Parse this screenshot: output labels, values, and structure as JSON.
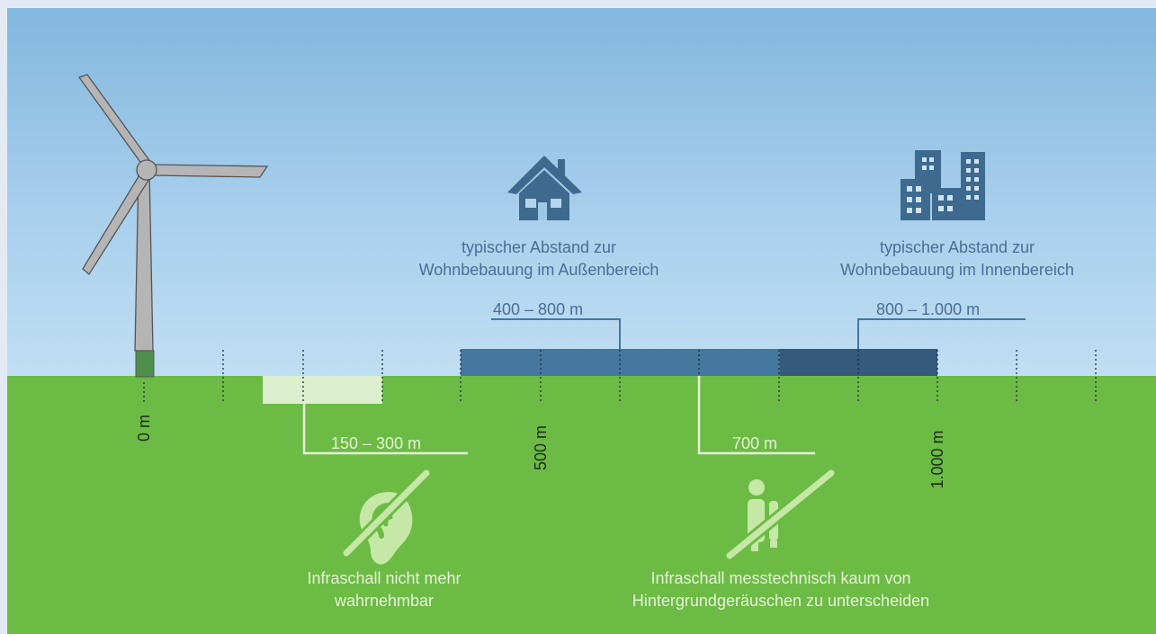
{
  "ground_labels": {
    "zero": "0 m",
    "five_hundred": "500 m",
    "thousand": "1.000 m"
  },
  "ranges": {
    "outer": "400 – 800 m",
    "inner": "800 – 1.000 m",
    "inaudible": "150 – 300 m",
    "background": "700 m"
  },
  "captions": {
    "outer_line1": "typischer Abstand zur",
    "outer_line2": "Wohnbebauung im Außenbereich",
    "inner_line1": "typischer Abstand zur",
    "inner_line2": "Wohnbebauung im Innenbereich",
    "ear_line1": "Infraschall nicht mehr",
    "ear_line2": "wahrnehmbar",
    "measure_line1": "Infraschall messtechnisch kaum von",
    "measure_line2": "Hintergrundgeräuschen zu unterscheiden"
  },
  "icons": {
    "turbine": "wind-turbine-icon",
    "house": "house-icon",
    "city": "city-buildings-icon",
    "ear": "ear-crossed-icon",
    "measure": "microphone-crossed-icon"
  },
  "colors": {
    "sky_top": "#82b7df",
    "sky_bottom": "#c1def2",
    "ground": "#6cbb45",
    "band_outer": "#44789e",
    "band_inner": "#365a7c",
    "band_inaudible": "#dcefcf",
    "text_blue": "#4a6e94",
    "text_light": "#e6f3d6"
  }
}
